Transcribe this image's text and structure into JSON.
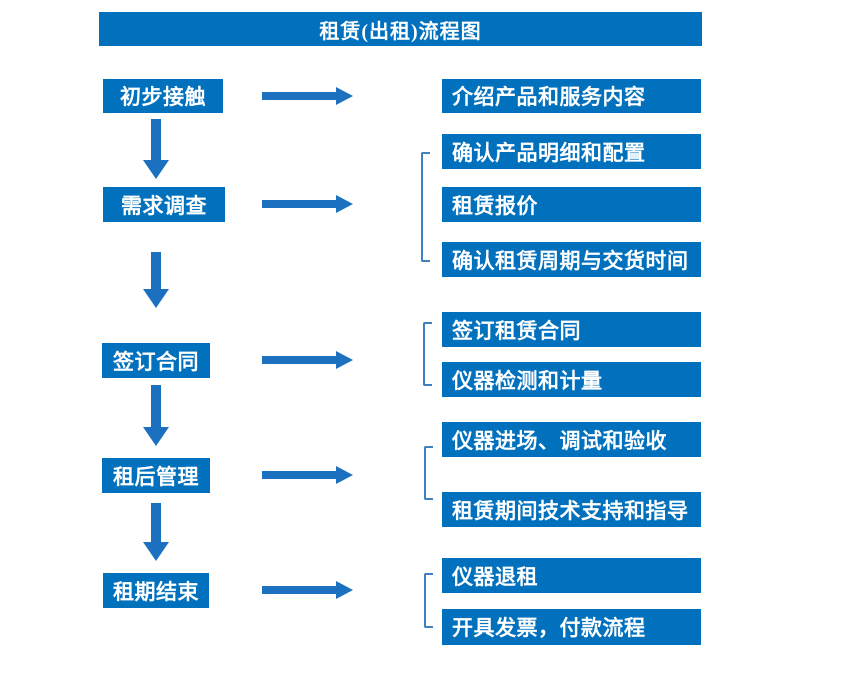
{
  "title": "租赁(出租)流程图",
  "colors": {
    "box": "#0170BD",
    "arrow": "#1B71C0",
    "bracket": "#4080C0",
    "text": "#FFFFFF",
    "background": "#FFFFFF"
  },
  "steps": [
    {
      "label": "初步接触",
      "children": [
        "介绍产品和服务内容"
      ]
    },
    {
      "label": "需求调查",
      "children": [
        "确认产品明细和配置",
        "租赁报价",
        "确认租赁周期与交货时间"
      ]
    },
    {
      "label": "签订合同",
      "children": [
        "签订租赁合同",
        "仪器检测和计量"
      ]
    },
    {
      "label": "租后管理",
      "children": [
        "仪器进场、调试和验收",
        "租赁期间技术支持和指导"
      ]
    },
    {
      "label": "租期结束",
      "children": [
        "仪器退租",
        "开具发票，付款流程"
      ]
    }
  ]
}
